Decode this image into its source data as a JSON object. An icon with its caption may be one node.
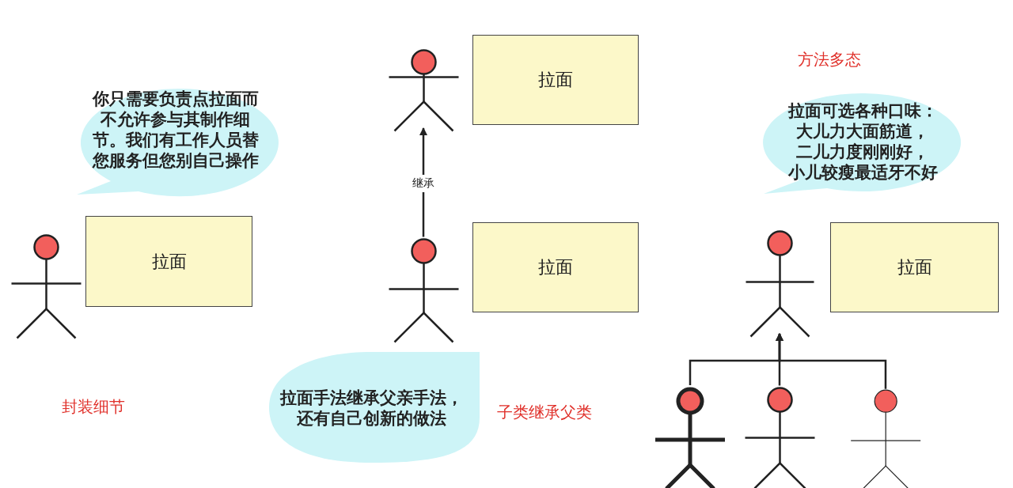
{
  "diagram": {
    "nodes": [
      {
        "text": [
          "你只需要负责点拉面而不允许参与其制作细节。我们有工作人员替您服务但您别自己操作"
        ]
      },
      {
        "text": [],
        "shape": "person"
      },
      {
        "text": [
          "拉面"
        ]
      },
      {
        "text": [],
        "shape": "person"
      },
      {
        "text": [
          "拉面"
        ]
      },
      {
        "text": [],
        "shape": "person"
      },
      {
        "text": [
          "拉面"
        ]
      },
      {
        "text": [
          "拉面手法继承父亲手法，还有自己创新的做法"
        ]
      },
      {
        "text": [
          "拉面可选各种口味：",
          "大儿力大面筋道，",
          "二儿力度刚刚好，",
          "小儿较瘦最适牙不好"
        ]
      },
      {
        "text": [],
        "shape": "person"
      },
      {
        "text": [
          "拉面"
        ]
      },
      {
        "text": [],
        "shape": "person"
      },
      {
        "text": [],
        "shape": "person"
      },
      {
        "text": [],
        "shape": "person"
      }
    ],
    "edges": [
      {
        "from": 5,
        "to": 3,
        "arrow": "to",
        "label": "继承"
      },
      {
        "from": 11,
        "to": 9,
        "arrow": "to"
      },
      {
        "from": 12,
        "to": 9,
        "arrow": "to"
      },
      {
        "from": 13,
        "to": 9,
        "arrow": "to"
      }
    ],
    "labels": [
      "方法多态",
      "封装细节",
      "子类继承父类"
    ]
  }
}
